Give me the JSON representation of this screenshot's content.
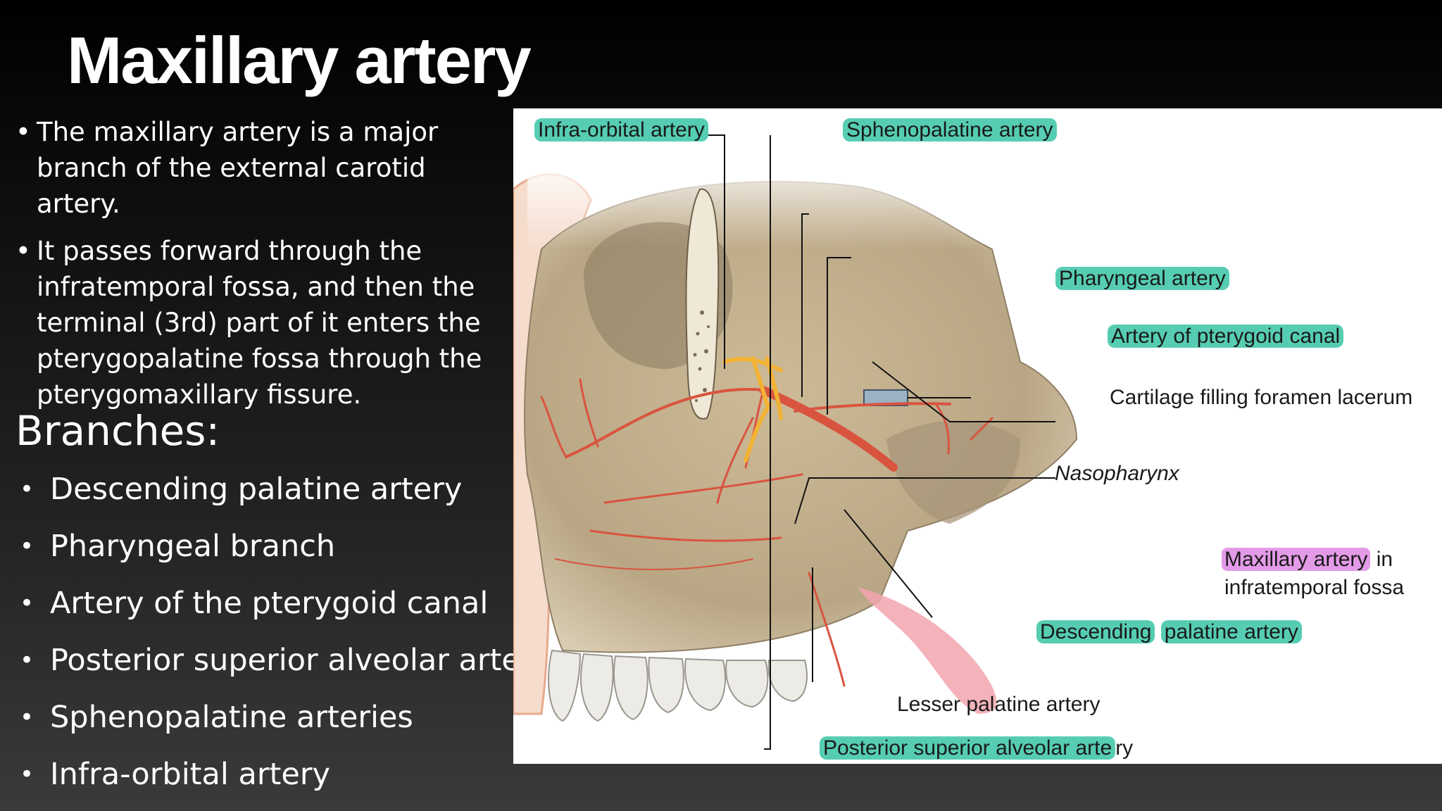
{
  "title": "Maxillary artery",
  "intro": [
    "The maxillary artery is a major branch of the external carotid artery.",
    "It passes forward through the infratemporal fossa, and then the terminal (3rd) part of it enters the pterygopalatine fossa through the pterygomaxillary fissure."
  ],
  "branches_heading": "Branches:",
  "branches": [
    "Descending palatine artery",
    "Pharyngeal branch",
    "Artery of the pterygoid canal",
    "Posterior superior alveolar artery",
    "Sphenopalatine arteries",
    "Infra-orbital artery"
  ],
  "bullet_symbol": "•",
  "figure": {
    "labels": {
      "infra_orbital": "Infra-orbital artery",
      "sphenopalatine": "Sphenopalatine artery",
      "pharyngeal": "Pharyngeal artery",
      "pterygoid_canal": "Artery of pterygoid canal",
      "cartilage": "Cartilage filling foramen lacerum",
      "nasopharynx": "Nasopharynx",
      "maxillary_hl": "Maxillary artery",
      "maxillary_rest": "in",
      "maxillary_line2": "infratemporal fossa",
      "descending_a": "Descending",
      "descending_b": "palatine artery",
      "lesser_palatine": "Lesser palatine artery",
      "post_sup_hl": "Posterior superior alveolar arte",
      "post_sup_rest": "ry"
    },
    "colors": {
      "highlight_teal": "#56cdb3",
      "highlight_pink": "#e39be8",
      "artery_red": "#d9543f",
      "nerve_yellow": "#f2b234",
      "bone": "#c8b796"
    }
  }
}
